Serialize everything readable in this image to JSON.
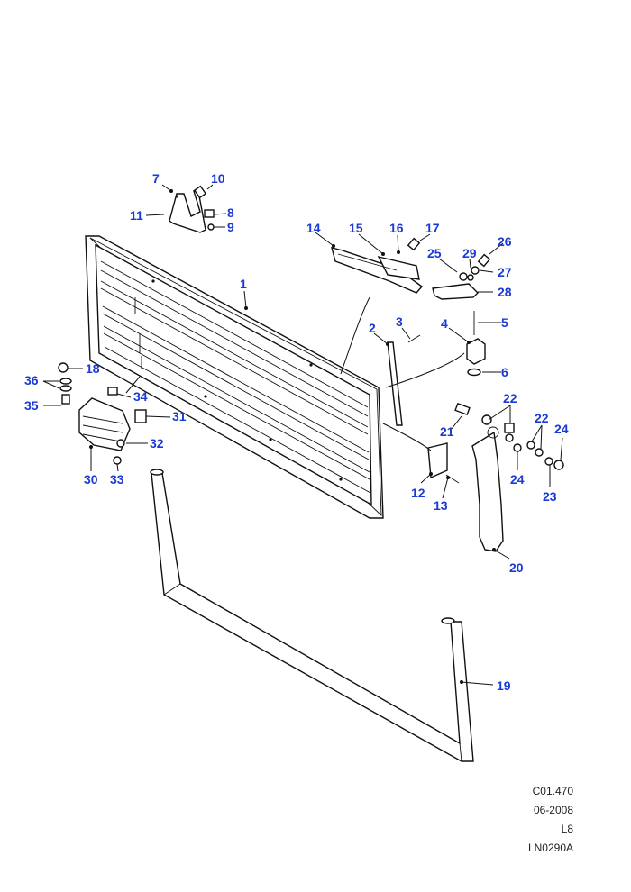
{
  "callouts": [
    "1",
    "2",
    "3",
    "4",
    "5",
    "6",
    "7",
    "8",
    "9",
    "10",
    "11",
    "12",
    "13",
    "14",
    "15",
    "16",
    "17",
    "18",
    "19",
    "20",
    "21",
    "22",
    "22",
    "23",
    "24",
    "24",
    "25",
    "26",
    "27",
    "28",
    "29",
    "30",
    "31",
    "32",
    "33",
    "34",
    "35",
    "36"
  ],
  "footer": {
    "ref": "C01.470",
    "date": "06-2008",
    "code": "L8",
    "illustration": "LN0290A"
  },
  "colors": {
    "callout": "#1a3ad6",
    "line": "#111111",
    "background": "#ffffff"
  }
}
